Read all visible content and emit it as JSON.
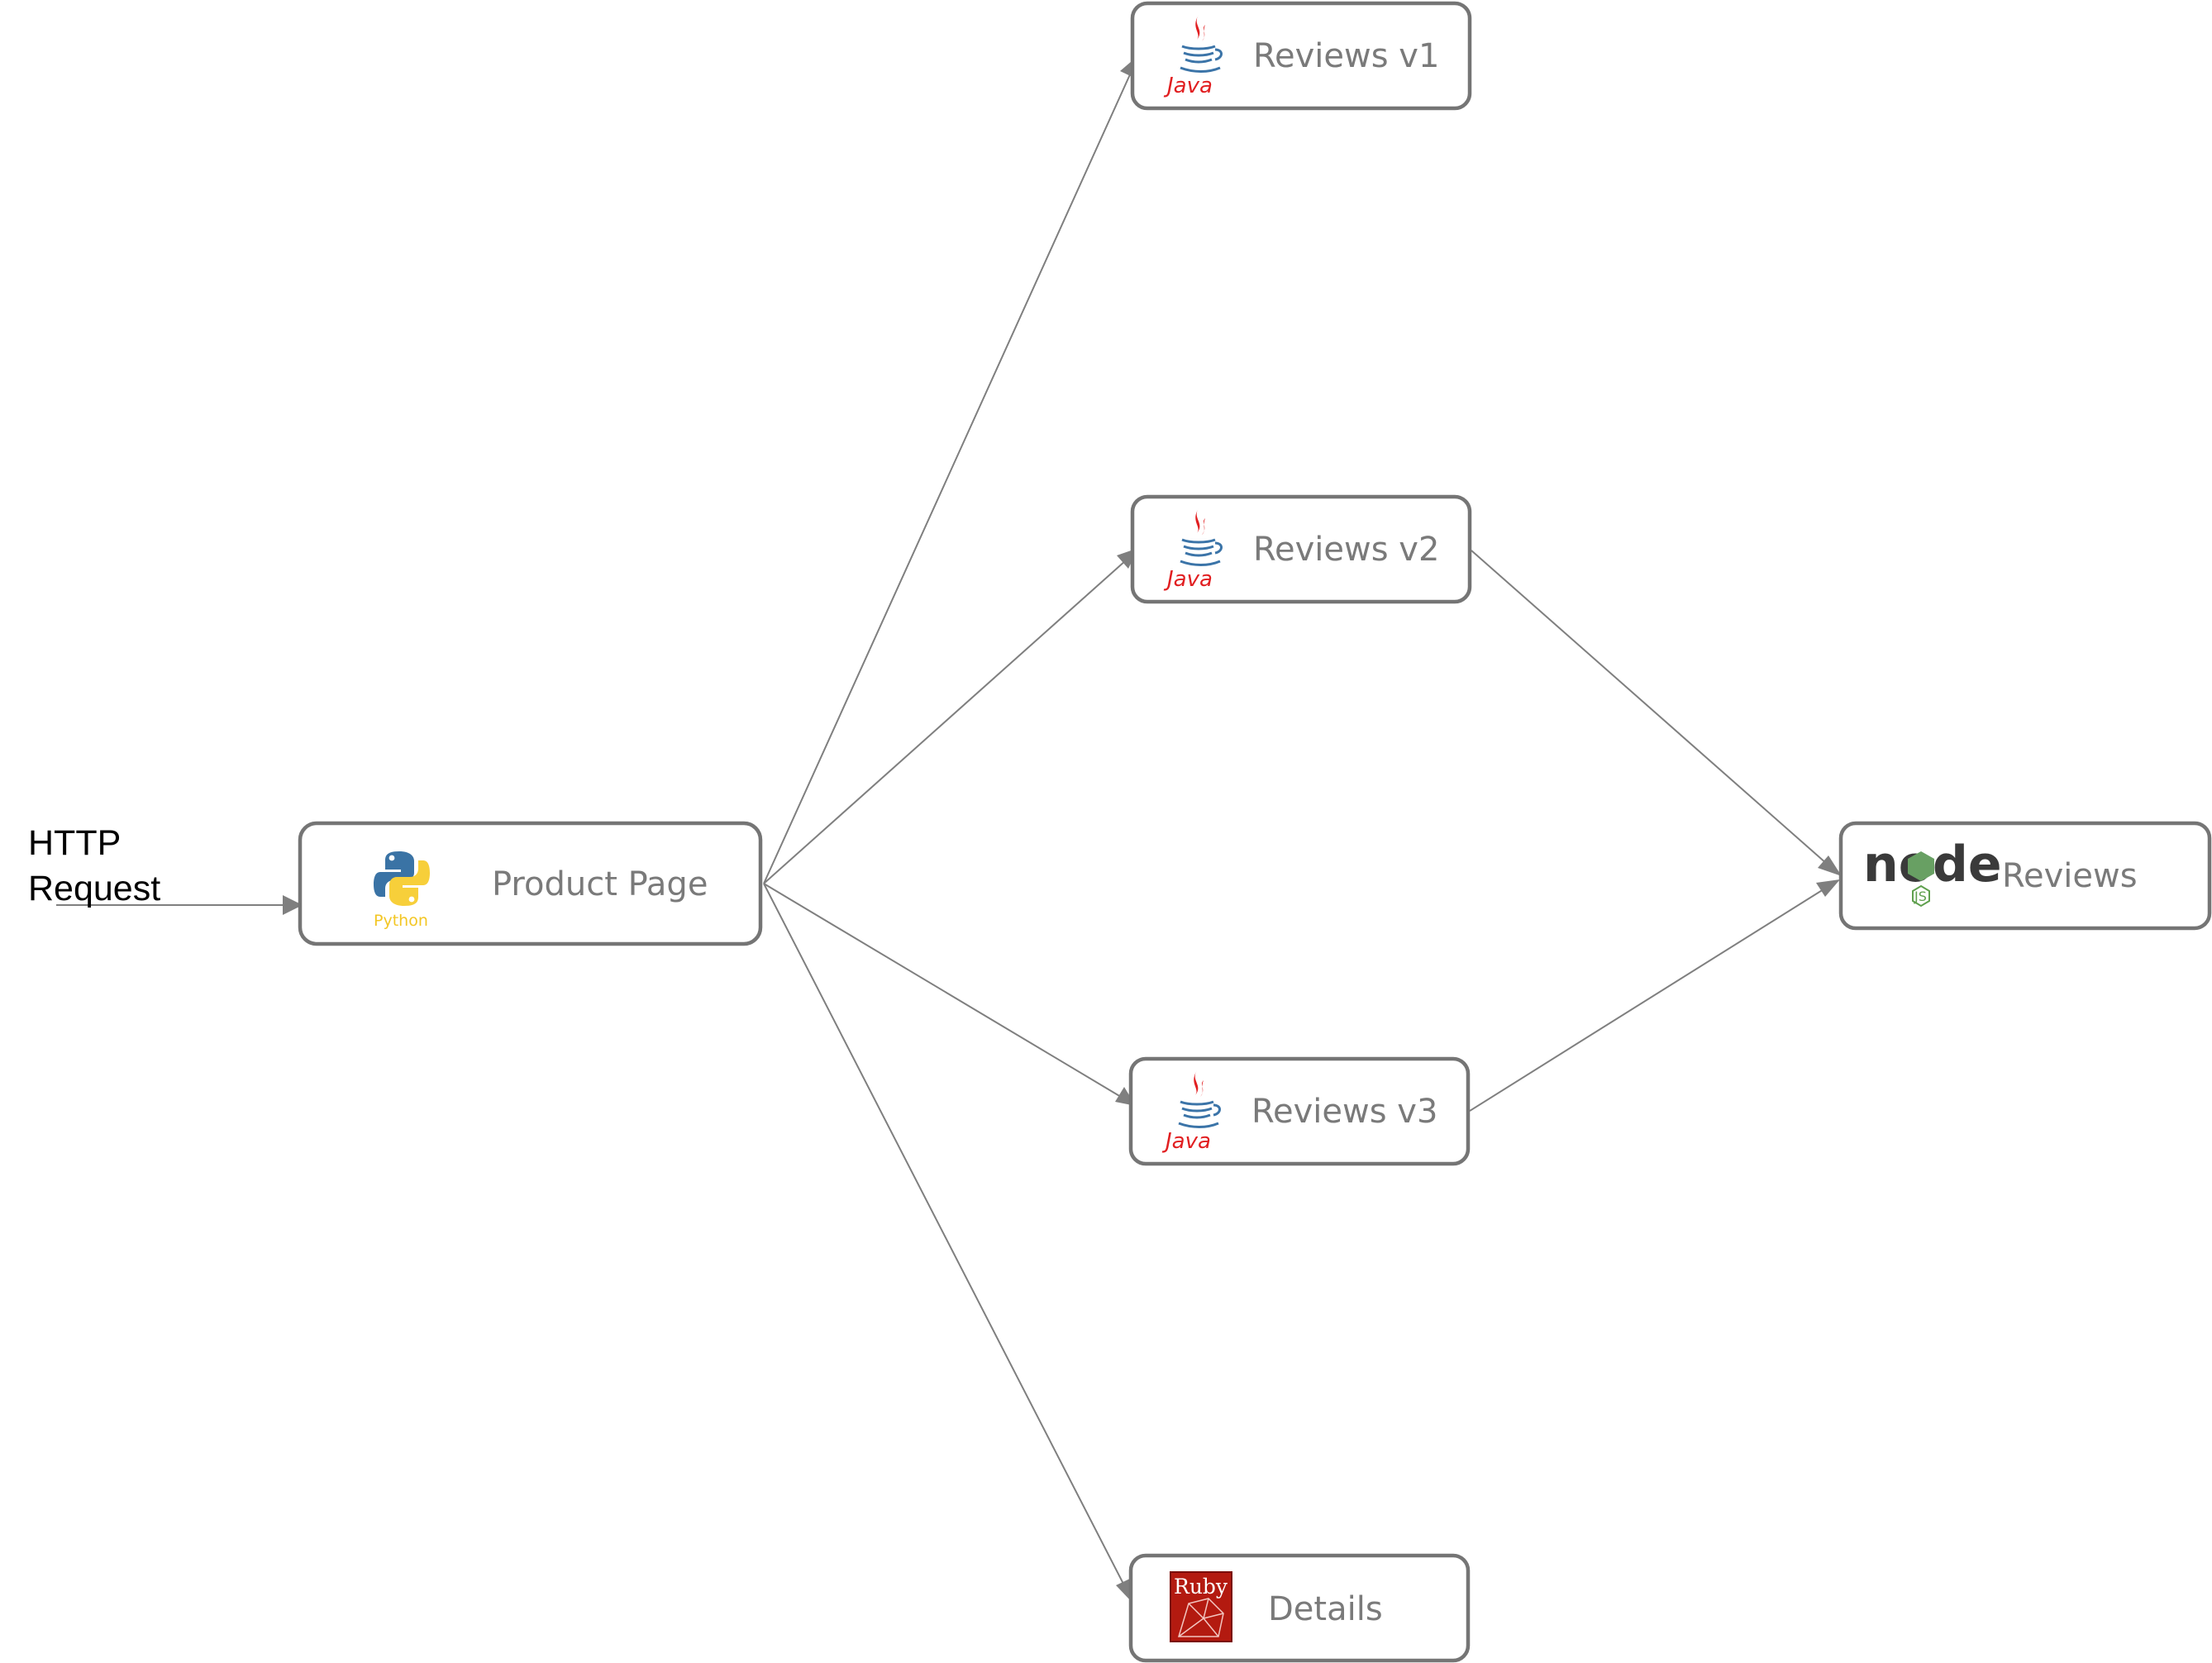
{
  "request": {
    "line1": "HTTP",
    "line2": "Request"
  },
  "nodes": {
    "productpage": {
      "label": "Product Page",
      "logo_text": "Python"
    },
    "reviews_v1": {
      "label": "Reviews v1",
      "logo_text": "Java"
    },
    "reviews_v2": {
      "label": "Reviews v2",
      "logo_text": "Java"
    },
    "reviews_v3": {
      "label": "Reviews v3",
      "logo_text": "Java"
    },
    "details": {
      "label": "Details",
      "logo_text": "Ruby"
    },
    "ratings": {
      "label": "Reviews",
      "logo_text": "node",
      "logo_subtext": "JS"
    }
  },
  "edges": [
    {
      "from": "request",
      "to": "productpage"
    },
    {
      "from": "productpage",
      "to": "reviews_v1"
    },
    {
      "from": "productpage",
      "to": "reviews_v2"
    },
    {
      "from": "productpage",
      "to": "reviews_v3"
    },
    {
      "from": "productpage",
      "to": "details"
    },
    {
      "from": "reviews_v2",
      "to": "ratings"
    },
    {
      "from": "reviews_v3",
      "to": "ratings"
    }
  ],
  "colors": {
    "edge": "#7f7f7f",
    "box_border": "#757575",
    "label": "#7a7a7a",
    "java_red": "#e11f21",
    "java_blue": "#3b74a8",
    "python_blue": "#3a73a5",
    "python_yellow": "#f7cf3a",
    "ruby_red": "#b31a10",
    "node_green": "#68a063",
    "node_dark": "#3a3a3a"
  },
  "icons": {
    "productpage": "python-logo-icon",
    "reviews": "java-logo-icon",
    "details": "ruby-logo-icon",
    "ratings": "nodejs-logo-icon"
  }
}
